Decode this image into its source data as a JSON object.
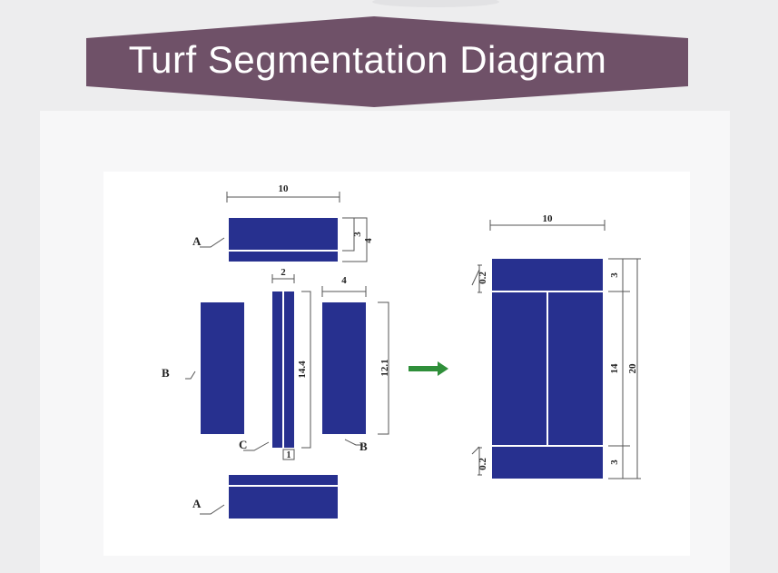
{
  "title": "Turf Segmentation Diagram",
  "colors": {
    "banner": "#6f5168",
    "block": "#27308f",
    "arrow": "#2f8f3a",
    "line": "#555555",
    "seam": "#ffffff"
  },
  "labels": {
    "a_top": "A",
    "b_left": "B",
    "c": "C",
    "b_right": "B",
    "a_bottom": "A"
  },
  "dimensions": {
    "top_width": "10",
    "a_dim_inner": "3",
    "a_dim_outer": "4",
    "c_width": "2",
    "b_width": "4",
    "c_length": "14.4",
    "b_length": "12.1",
    "c_seam": "1",
    "result_width": "10",
    "result_top_seam": "0.2",
    "result_bottom_seam": "0.2",
    "result_top_band": "3",
    "result_middle": "14",
    "result_total": "20",
    "result_bottom_band": "3"
  }
}
